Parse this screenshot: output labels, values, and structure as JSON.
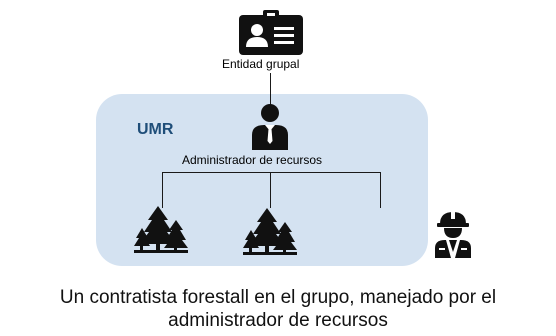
{
  "diagram": {
    "entity_label": "Entidad grupal",
    "group_label": "UMR",
    "admin_label": "Administrador de recursos",
    "caption_line1": "Un contratista forestall en el grupo, manejado por el",
    "caption_line2": "administrador de recursos"
  },
  "icons": {
    "entity": "id-card-icon",
    "admin": "manager-person-icon",
    "forest": "forest-trees-icon",
    "contractor": "construction-worker-hardhat-icon"
  },
  "colors": {
    "panel": "#d4e2f1",
    "group_label": "#1f4e79",
    "icon": "#111111"
  }
}
